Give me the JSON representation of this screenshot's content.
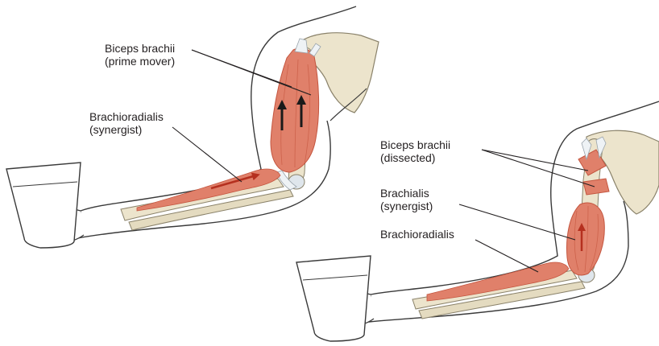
{
  "labels": {
    "left_biceps": {
      "name": "Biceps brachii",
      "role": "(prime mover)"
    },
    "left_brachioradialis": {
      "name": "Brachioradialis",
      "role": "(synergist)"
    },
    "right_biceps": {
      "name": "Biceps brachii",
      "role": "(dissected)"
    },
    "right_brachialis": {
      "name": "Brachialis",
      "role": "(synergist)"
    },
    "right_brachioradialis": {
      "name": "Brachioradialis"
    }
  },
  "colors": {
    "muscle": "#e0806a",
    "muscle_dark": "#c4553f",
    "bone": "#ece4cc",
    "bone_outline": "#8a826a",
    "tendon": "#eef2f5",
    "outline": "#3a3a3a",
    "arrow": "#1a1a1a",
    "arrow_red": "#b5301f"
  }
}
